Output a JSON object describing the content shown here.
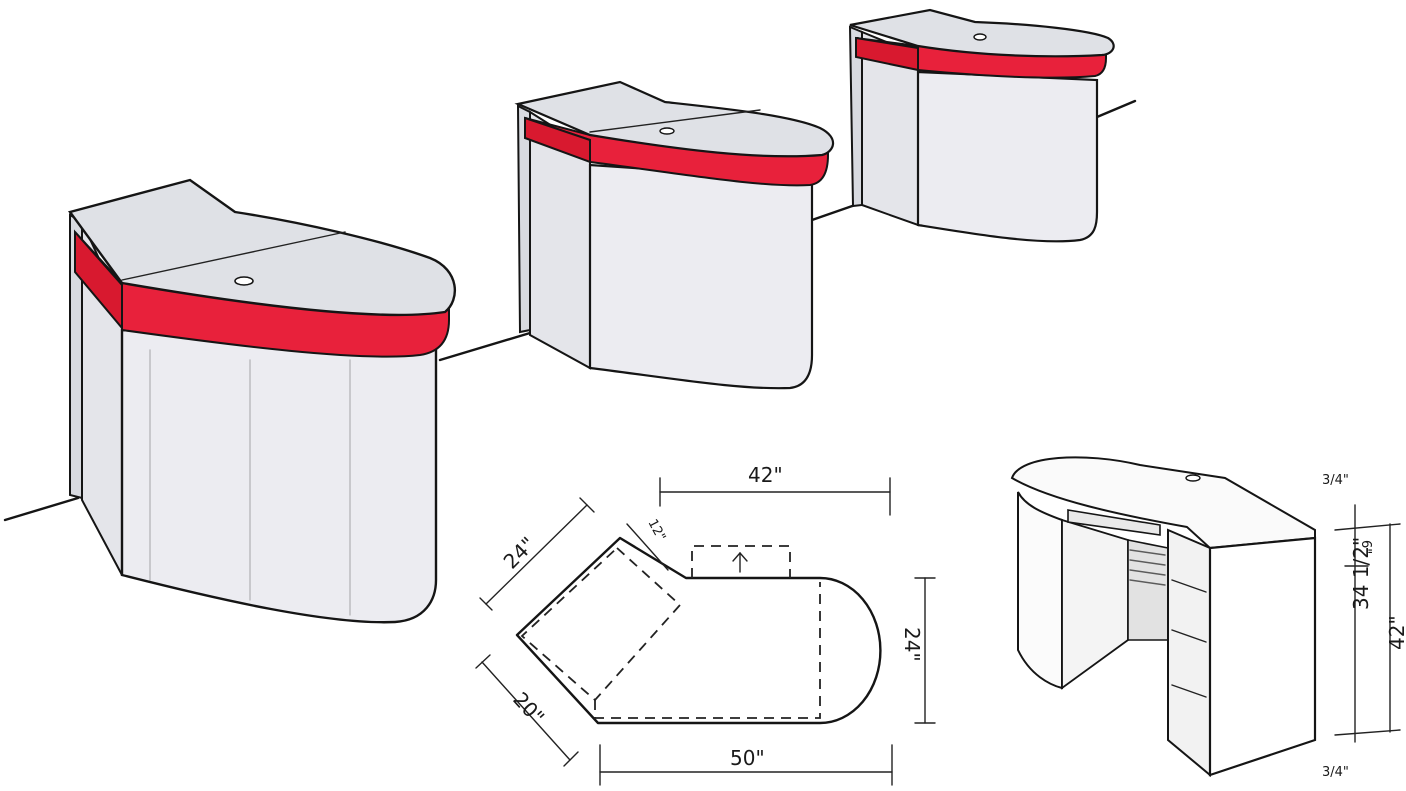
{
  "colors": {
    "accent_band": "#e8213b",
    "top_surface": "#dfe1e6",
    "body_panel": "#e9eaef",
    "ink": "#151515"
  },
  "dimensions": {
    "plan_width_top": "42\"",
    "plan_left_diag": "24\"",
    "plan_notch": "12\"",
    "plan_right_depth": "24\"",
    "plan_lower_diag": "20\"",
    "plan_width_bottom": "50\"",
    "elev_top_trim": "3/4\"",
    "elev_band": "6\"",
    "elev_body": "34 1/2\"",
    "elev_total": "42\"",
    "elev_bottom_trim": "3/4\""
  }
}
